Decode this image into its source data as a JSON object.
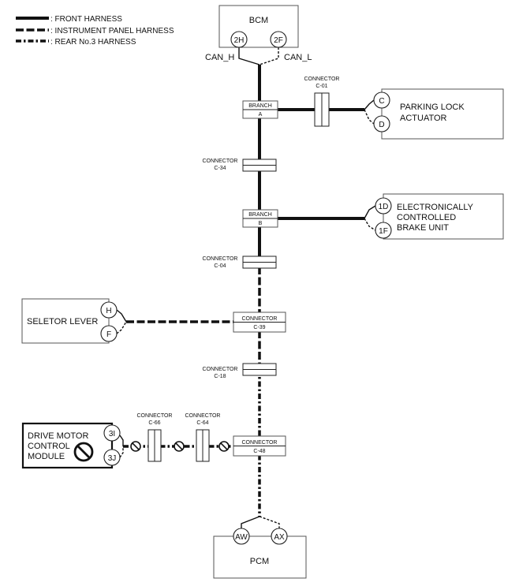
{
  "legend": {
    "front": ": FRONT HARNESS",
    "instrument_panel": ": INSTRUMENT PANEL HARNESS",
    "rear": ": REAR No.3 HARNESS"
  },
  "modules": {
    "bcm": {
      "name": "BCM",
      "pins": [
        "2H",
        "2F"
      ],
      "labels": [
        "CAN_H",
        "CAN_L"
      ]
    },
    "parking_lock": {
      "name_lines": [
        "PARKING LOCK",
        "ACTUATOR"
      ],
      "pins": [
        "C",
        "D"
      ]
    },
    "brake_unit": {
      "name_lines": [
        "ELECTRONICALLY",
        "CONTROLLED",
        "BRAKE UNIT"
      ],
      "pins": [
        "1D",
        "1F"
      ]
    },
    "selector_lever": {
      "name": "SELETOR LEVER",
      "pins": [
        "H",
        "F"
      ]
    },
    "drive_motor": {
      "name_lines": [
        "DRIVE MOTOR",
        "CONTROL",
        "MODULE"
      ],
      "pins": [
        "3I",
        "3J"
      ]
    },
    "pcm": {
      "name": "PCM",
      "pins": [
        "AW",
        "AX"
      ]
    }
  },
  "branches": [
    {
      "top": "BRANCH",
      "bottom": "A"
    },
    {
      "top": "BRANCH",
      "bottom": "B"
    }
  ],
  "connectors": {
    "c01": {
      "top": "CONNECTOR",
      "bottom": "C-01"
    },
    "c34": {
      "top": "CONNECTOR",
      "bottom": "C-34"
    },
    "c04": {
      "top": "CONNECTOR",
      "bottom": "C-04"
    },
    "c39": {
      "top": "CONNECTOR",
      "bottom": "C-39"
    },
    "c18": {
      "top": "CONNECTOR",
      "bottom": "C-18"
    },
    "c48": {
      "top": "CONNECTOR",
      "bottom": "C-48"
    },
    "c66": {
      "top": "CONNECTOR",
      "bottom": "C-66"
    },
    "c64": {
      "top": "CONNECTOR",
      "bottom": "C-64"
    }
  }
}
